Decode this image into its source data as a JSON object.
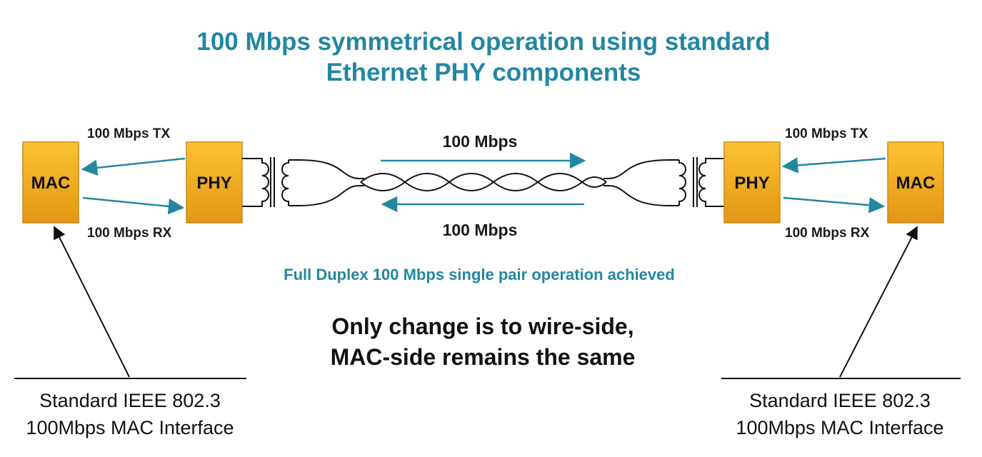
{
  "title": {
    "line1": "100 Mbps symmetrical operation using standard",
    "line2": "Ethernet PHY components"
  },
  "left": {
    "mac_label": "MAC",
    "phy_label": "PHY",
    "tx_label": "100 Mbps TX",
    "rx_label": "100 Mbps RX",
    "caption_line1": "Standard IEEE 802.3",
    "caption_line2": "100Mbps MAC Interface"
  },
  "right": {
    "mac_label": "MAC",
    "phy_label": "PHY",
    "tx_label": "100 Mbps TX",
    "rx_label": "100 Mbps RX",
    "caption_line1": "Standard IEEE 802.3",
    "caption_line2": "100Mbps MAC Interface"
  },
  "link": {
    "forward_rate": "100 Mbps",
    "reverse_rate": "100 Mbps"
  },
  "status_text": "Full Duplex 100 Mbps single pair operation achieved",
  "note": {
    "line1": "Only change is to wire-side,",
    "line2": "MAC-side remains the same"
  },
  "colors": {
    "accent": "#2387a1",
    "box_fill_top": "#fcc232",
    "box_fill_bottom": "#e39614",
    "box_stroke": "#c98a18",
    "text": "#111111"
  }
}
